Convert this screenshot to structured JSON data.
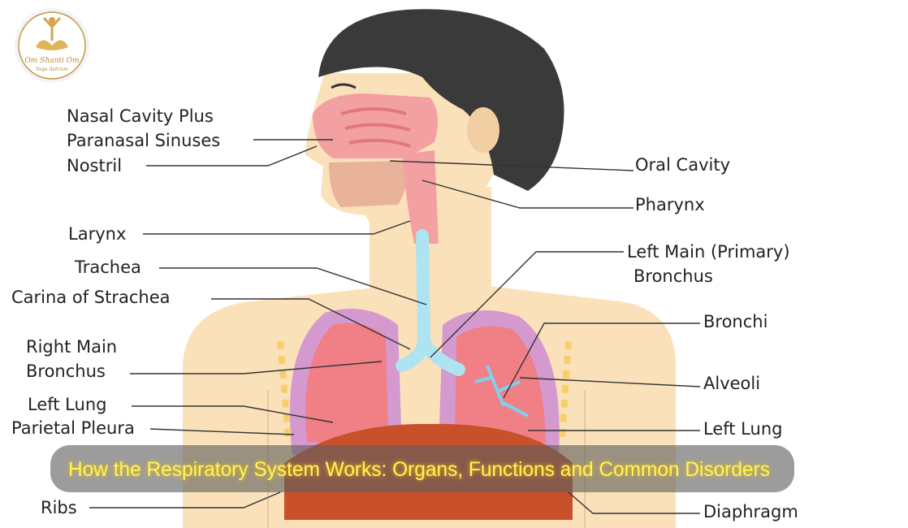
{
  "logo": {
    "line1": "Om Shanti Om",
    "line2": "Yoga Ashram",
    "color": "#c9973a"
  },
  "labels_left": {
    "nasal_1": "Nasal Cavity Plus",
    "nasal_2": "Paranasal Sinuses",
    "nostril": "Nostril",
    "larynx": "Larynx",
    "trachea": "Trachea",
    "carina": "Carina  of Strachea",
    "right_main_1": "Right Main",
    "right_main_2": "Bronchus",
    "left_lung": "Left Lung",
    "parietal": "Parietal Pleura",
    "ribs": "Ribs"
  },
  "labels_right": {
    "oral": "Oral Cavity",
    "pharynx": "Pharynx",
    "left_main_1": "Left Main (Primary)",
    "left_main_2": "Bronchus",
    "bronchi": "Bronchi",
    "alveoli": "Alveoli",
    "left_lung": "Left Lung",
    "diaphragm": "Diaphragm"
  },
  "caption": "How the Respiratory System Works: Organs, Functions and Common Disorders",
  "colors": {
    "skin": "#fbe1b9",
    "hair": "#3a3a3a",
    "lung": "#f07f86",
    "pleura": "#d49ad0",
    "trachea": "#aee3f2",
    "diaphragm": "#c8502a",
    "caption_text": "#fff45c"
  }
}
